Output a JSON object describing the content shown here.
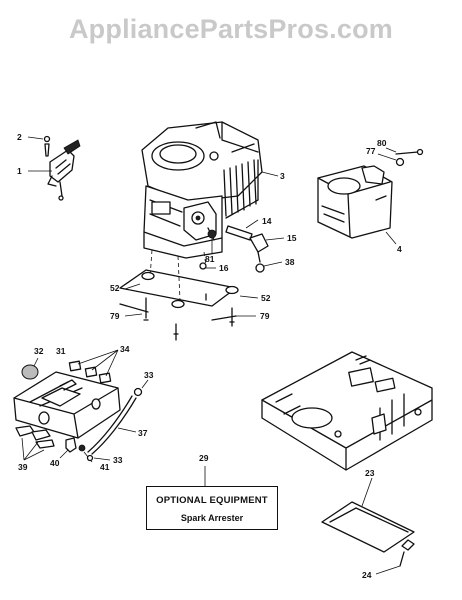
{
  "watermark": "AppliancePartsPros.com",
  "optional_box": {
    "title": "OPTIONAL EQUIPMENT",
    "subtitle": "Spark Arrester"
  },
  "callouts": {
    "c1": "1",
    "c2": "2",
    "c3": "3",
    "c4": "4",
    "c14": "14",
    "c15": "15",
    "c16": "16",
    "c23": "23",
    "c24": "24",
    "c29": "29",
    "c31": "31",
    "c32": "32",
    "c33a": "33",
    "c33b": "33",
    "c34": "34",
    "c37": "37",
    "c38": "38",
    "c39": "39",
    "c40": "40",
    "c41": "41",
    "c52a": "52",
    "c52b": "52",
    "c77": "77",
    "c79a": "79",
    "c79b": "79",
    "c80": "80",
    "c81": "81"
  }
}
